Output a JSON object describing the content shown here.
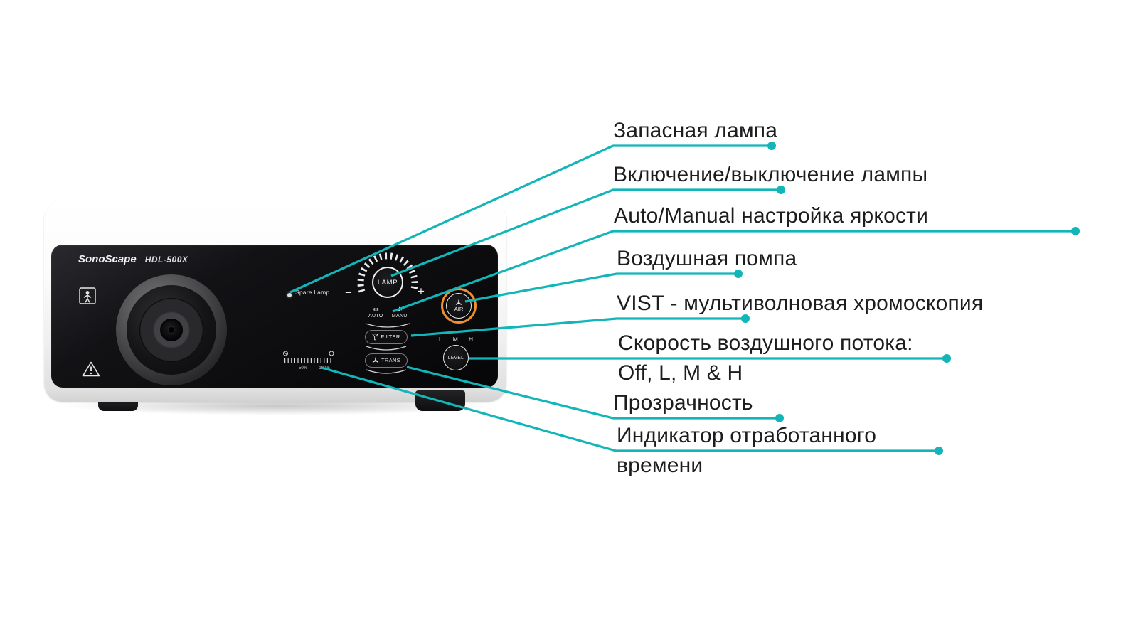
{
  "device": {
    "brand": "SonoScape",
    "model": "HDL-500X",
    "spare_lamp_label": "Spare Lamp",
    "lamp_button": "LAMP",
    "minus": "−",
    "plus": "+",
    "auto_button": "AUTO",
    "manu_button": "MANU",
    "air_button": "AIR",
    "filter_button": "FILTER",
    "trans_button": "TRANS",
    "level_button": "LEVEL",
    "level_scale": {
      "l": "L",
      "m": "M",
      "h": "H"
    },
    "hour_meter": {
      "p50": "50%",
      "p100": "100%"
    }
  },
  "annotations": [
    {
      "id": "spare-lamp",
      "lines": [
        "Запасная лампа"
      ]
    },
    {
      "id": "lamp-power",
      "lines": [
        "Включение/выключение лампы"
      ]
    },
    {
      "id": "auto-manual",
      "lines": [
        "Auto/Manual настройка яркости"
      ]
    },
    {
      "id": "air-pump",
      "lines": [
        "Воздушная помпа"
      ]
    },
    {
      "id": "vist-chromoscopy",
      "lines": [
        "VIST - мультиволновая хромоскопия"
      ]
    },
    {
      "id": "airflow-speed",
      "lines": [
        "Скорость воздушного потока:",
        "Off, L, M & H"
      ]
    },
    {
      "id": "transparency",
      "lines": [
        "Прозрачность"
      ]
    },
    {
      "id": "hour-indicator",
      "lines": [
        "Индикатор отработанного",
        "времени"
      ]
    }
  ],
  "colors": {
    "accent_teal": "#12b5b8",
    "air_ring_orange": "#ef8f2f",
    "panel_black": "#0a0a0c",
    "label_text": "#1d1d1f"
  }
}
